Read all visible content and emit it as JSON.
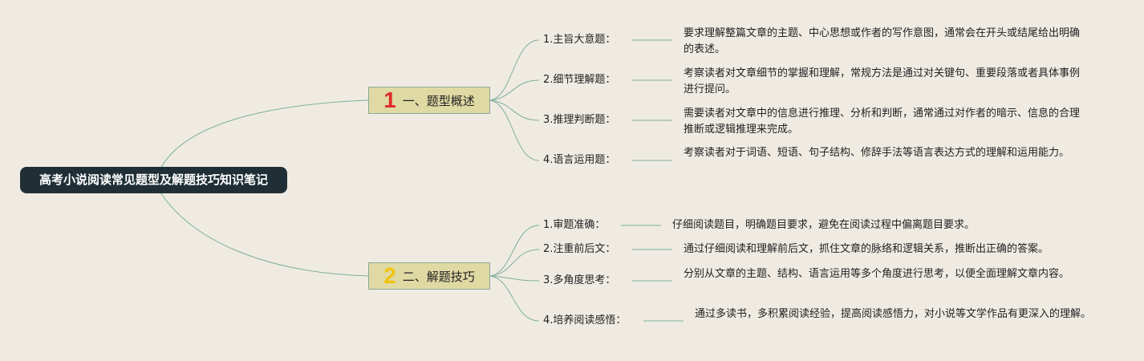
{
  "root": {
    "title": "高考小说阅读常见题型及解题技巧知识笔记"
  },
  "branches": [
    {
      "num": "1",
      "label": "一、题型概述",
      "num_color": "#e02a2a",
      "items": [
        {
          "title": "1.主旨大意题：",
          "desc": "要求理解整篇文章的主题、中心思想或作者的写作意图，通常会在开头或结尾给出明确的表述。"
        },
        {
          "title": "2.细节理解题：",
          "desc": "考察读者对文章细节的掌握和理解，常规方法是通过对关键句、重要段落或者具体事例进行提问。"
        },
        {
          "title": "3.推理判断题：",
          "desc": "需要读者对文章中的信息进行推理、分析和判断，通常通过对作者的暗示、信息的合理推断或逻辑推理来完成。"
        },
        {
          "title": "4.语言运用题：",
          "desc": "考察读者对于词语、短语、句子结构、修辞手法等语言表达方式的理解和运用能力。"
        }
      ]
    },
    {
      "num": "2",
      "label": "二、解题技巧",
      "num_color": "#f2c20f",
      "items": [
        {
          "title": "1.审题准确：",
          "desc": "仔细阅读题目，明确题目要求，避免在阅读过程中偏离题目要求。"
        },
        {
          "title": "2.注重前后文：",
          "desc": "通过仔细阅读和理解前后文，抓住文章的脉络和逻辑关系，推断出正确的答案。"
        },
        {
          "title": "3.多角度思考：",
          "desc": "分别从文章的主题、结构、语言运用等多个角度进行思考，以便全面理解文章内容。"
        },
        {
          "title": "4.培养阅读感悟：",
          "desc": "通过多读书，多积累阅读经验，提高阅读感悟力，对小说等文学作品有更深入的理解。"
        }
      ]
    }
  ],
  "colors": {
    "background": "#efebe3",
    "root_bg": "#1f2f35",
    "branch_bg": "#dfd9a3",
    "line": "#7fae98"
  }
}
